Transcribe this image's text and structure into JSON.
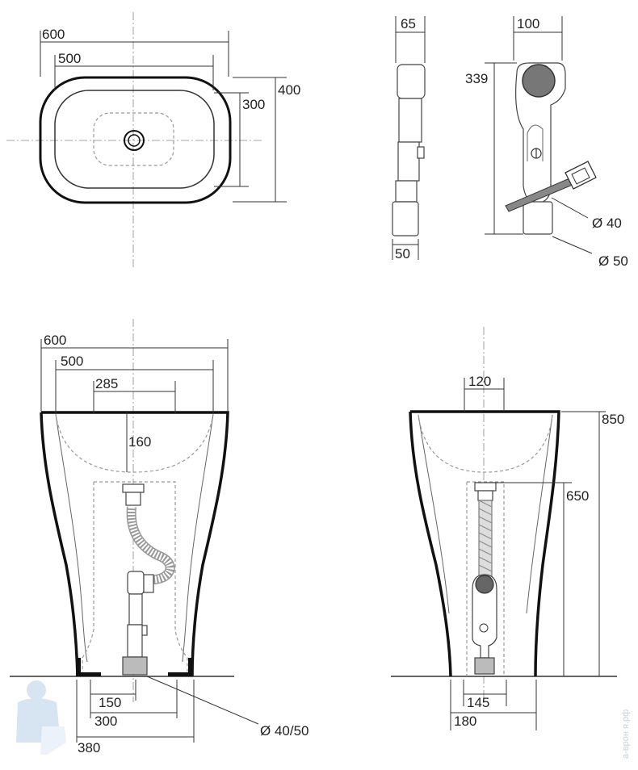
{
  "top_view": {
    "width_outer": "600",
    "width_inner": "500",
    "depth_inner": "300",
    "depth_outer": "400"
  },
  "trap_side": {
    "top_width": "65",
    "bottom_width": "50"
  },
  "trap_front": {
    "top_width": "100",
    "height": "339",
    "diameter_small": "Ø 40",
    "diameter_large": "Ø 50"
  },
  "front_view": {
    "width_outer": "600",
    "width_inner": "500",
    "trap_zone": "285",
    "bowl_depth": "160",
    "base_inner": "150",
    "base_mid": "300",
    "base_outer": "380",
    "outlet_diameter": "Ø 40/50"
  },
  "side_view": {
    "top_width": "120",
    "total_height": "850",
    "outlet_height": "650",
    "base_inner": "145",
    "base_outer": "180"
  },
  "watermark": "а-врон я.рф"
}
